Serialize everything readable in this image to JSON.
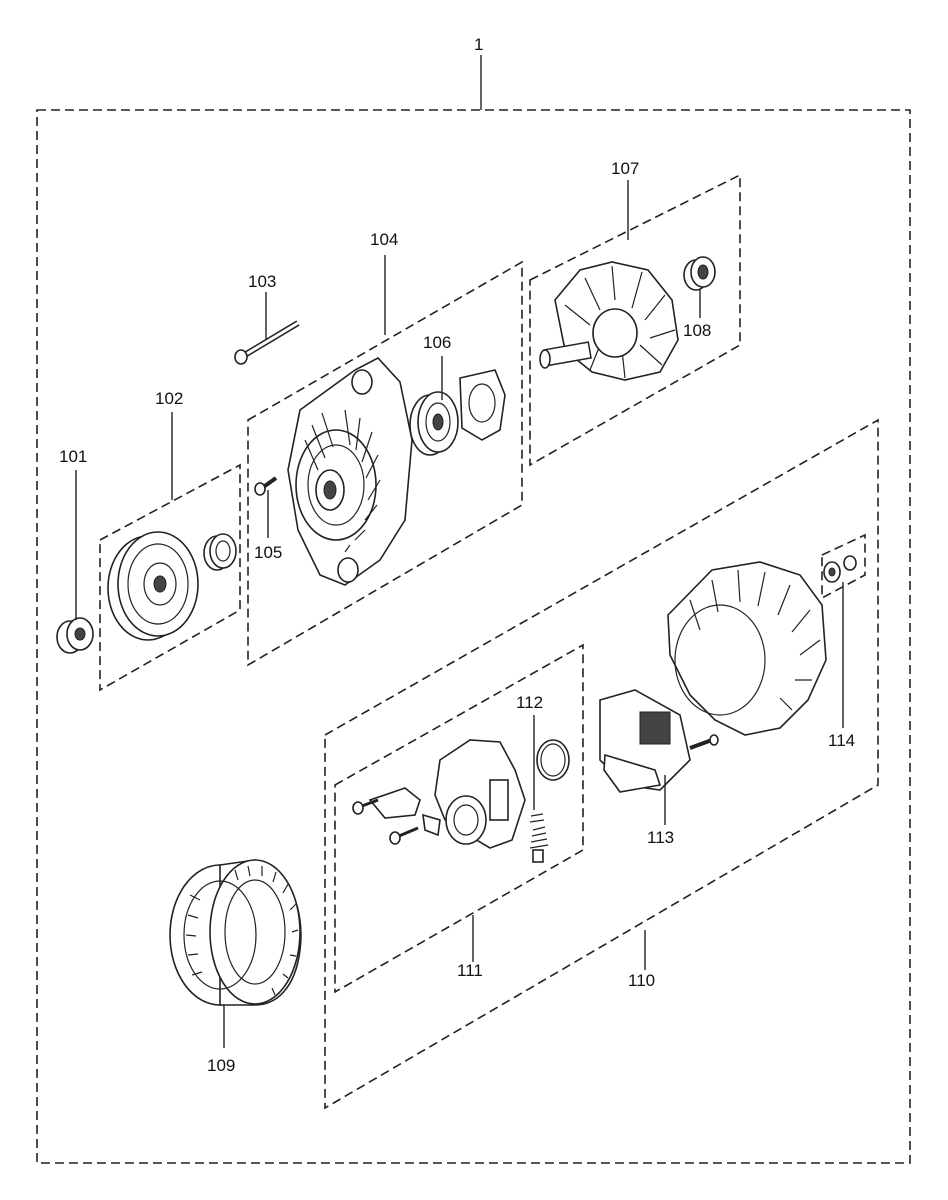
{
  "labels": {
    "p1": "1",
    "p101": "101",
    "p102": "102",
    "p103": "103",
    "p104": "104",
    "p105": "105",
    "p106": "106",
    "p107": "107",
    "p108": "108",
    "p109": "109",
    "p110": "110",
    "p111": "111",
    "p112": "112",
    "p113": "113",
    "p114": "114"
  }
}
